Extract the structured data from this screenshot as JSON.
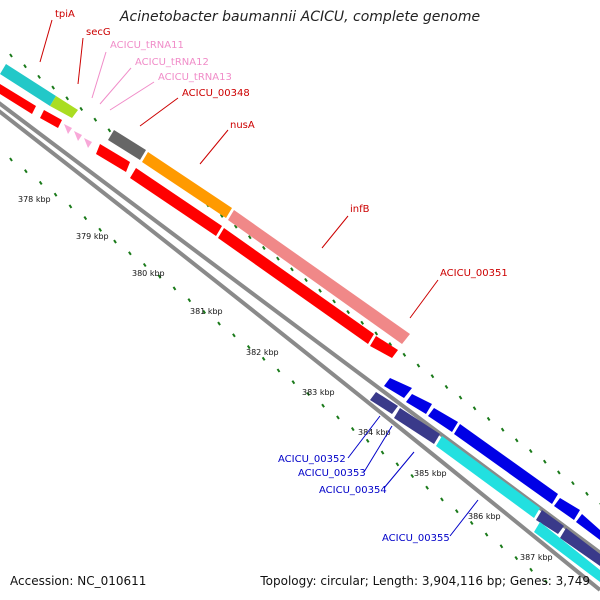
{
  "title": "Acinetobacter baumannii ACICU, complete genome",
  "footer": {
    "accession": "Accession: NC_010611",
    "summary": "Topology: circular; Length: 3,904,116 bp; Genes: 3,749"
  },
  "colors": {
    "backbone": "#8a8a8a",
    "tick": "#1a7a1a",
    "forward_cds": "#ff0000",
    "reverse_cds": "#0000e6",
    "label_red": "#cc0000",
    "label_pink": "#f08cc8",
    "label_blue": "#0000c8"
  },
  "scale_labels": [
    "378 kbp",
    "379 kbp",
    "380 kbp",
    "381 kbp",
    "382 kbp",
    "383 kbp",
    "384 kbp",
    "385 kbp",
    "386 kbp",
    "387 kbp"
  ],
  "gene_labels": [
    {
      "text": "tpiA",
      "color": "#cc0000"
    },
    {
      "text": "secG",
      "color": "#cc0000"
    },
    {
      "text": "ACICU_tRNA11",
      "color": "#f08cc8"
    },
    {
      "text": "ACICU_tRNA12",
      "color": "#f08cc8"
    },
    {
      "text": "ACICU_tRNA13",
      "color": "#f08cc8"
    },
    {
      "text": "ACICU_00348",
      "color": "#cc0000"
    },
    {
      "text": "nusA",
      "color": "#cc0000"
    },
    {
      "text": "infB",
      "color": "#cc0000"
    },
    {
      "text": "ACICU_00351",
      "color": "#cc0000"
    },
    {
      "text": "ACICU_00352",
      "color": "#0000c8"
    },
    {
      "text": "ACICU_00353",
      "color": "#0000c8"
    },
    {
      "text": "ACICU_00354",
      "color": "#0000c8"
    },
    {
      "text": "ACICU_00355",
      "color": "#0000c8"
    }
  ]
}
